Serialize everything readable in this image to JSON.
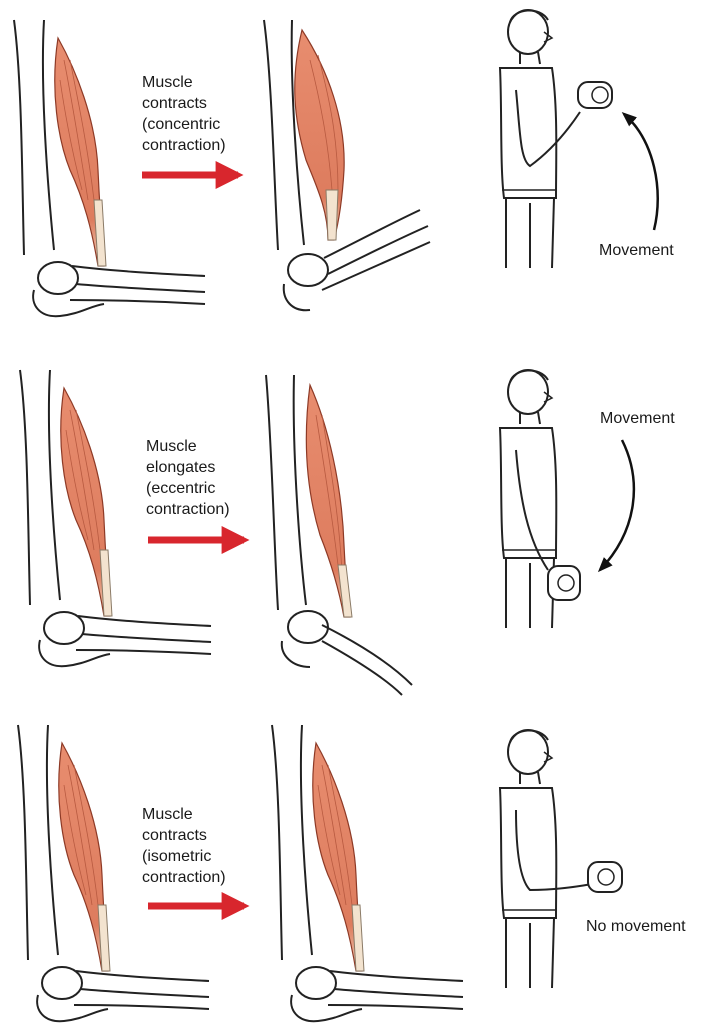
{
  "panels": [
    {
      "caption_lines": [
        "Muscle",
        "contracts",
        "(concentric",
        "contraction)"
      ],
      "movement_label": "Movement"
    },
    {
      "caption_lines": [
        "Muscle",
        "elongates",
        "(eccentric",
        "contraction)"
      ],
      "movement_label": "Movement"
    },
    {
      "caption_lines": [
        "Muscle",
        "contracts",
        "(isometric",
        "contraction)"
      ],
      "movement_label": "No movement"
    }
  ],
  "colors": {
    "muscle": "#e2876a",
    "muscle_dark": "#c8654a",
    "tendon": "#f3e3cf",
    "arrow": "#d8262d",
    "line": "#222222"
  }
}
